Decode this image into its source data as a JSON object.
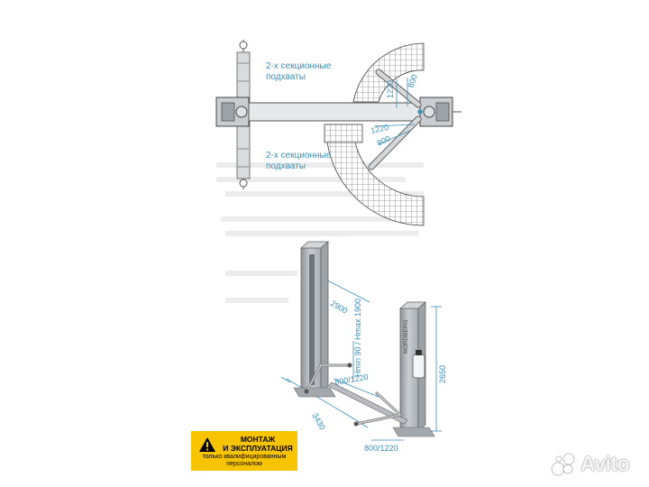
{
  "top_view": {
    "label_upper": [
      "2-х секционные",
      "подхваты"
    ],
    "label_lower": [
      "2-х секционные",
      "подхваты"
    ],
    "dims": {
      "upper_long": "1220",
      "upper_short": "800",
      "lower_long": "1220",
      "lower_short": "800"
    }
  },
  "iso_view": {
    "brand": "NORDBERG",
    "dims": {
      "width": "2900",
      "height_range": "Hmin 90 / Hmax 1900",
      "total_height": "2650",
      "arm_inner": "800/1220",
      "arm_outer": "800/1220",
      "depth": "3430"
    }
  },
  "warning": {
    "title_line1": "МОНТАЖ",
    "title_line2": "И ЭКСПЛУАТАЦИЯ",
    "sub_line1": "только квалифицированным",
    "sub_line2": "персоналом"
  },
  "watermark": {
    "text": "Avito"
  },
  "colors": {
    "dim_blue": "#3a8fb7",
    "warn_yellow": "#f6c400",
    "steel": "#bfc4c8"
  }
}
